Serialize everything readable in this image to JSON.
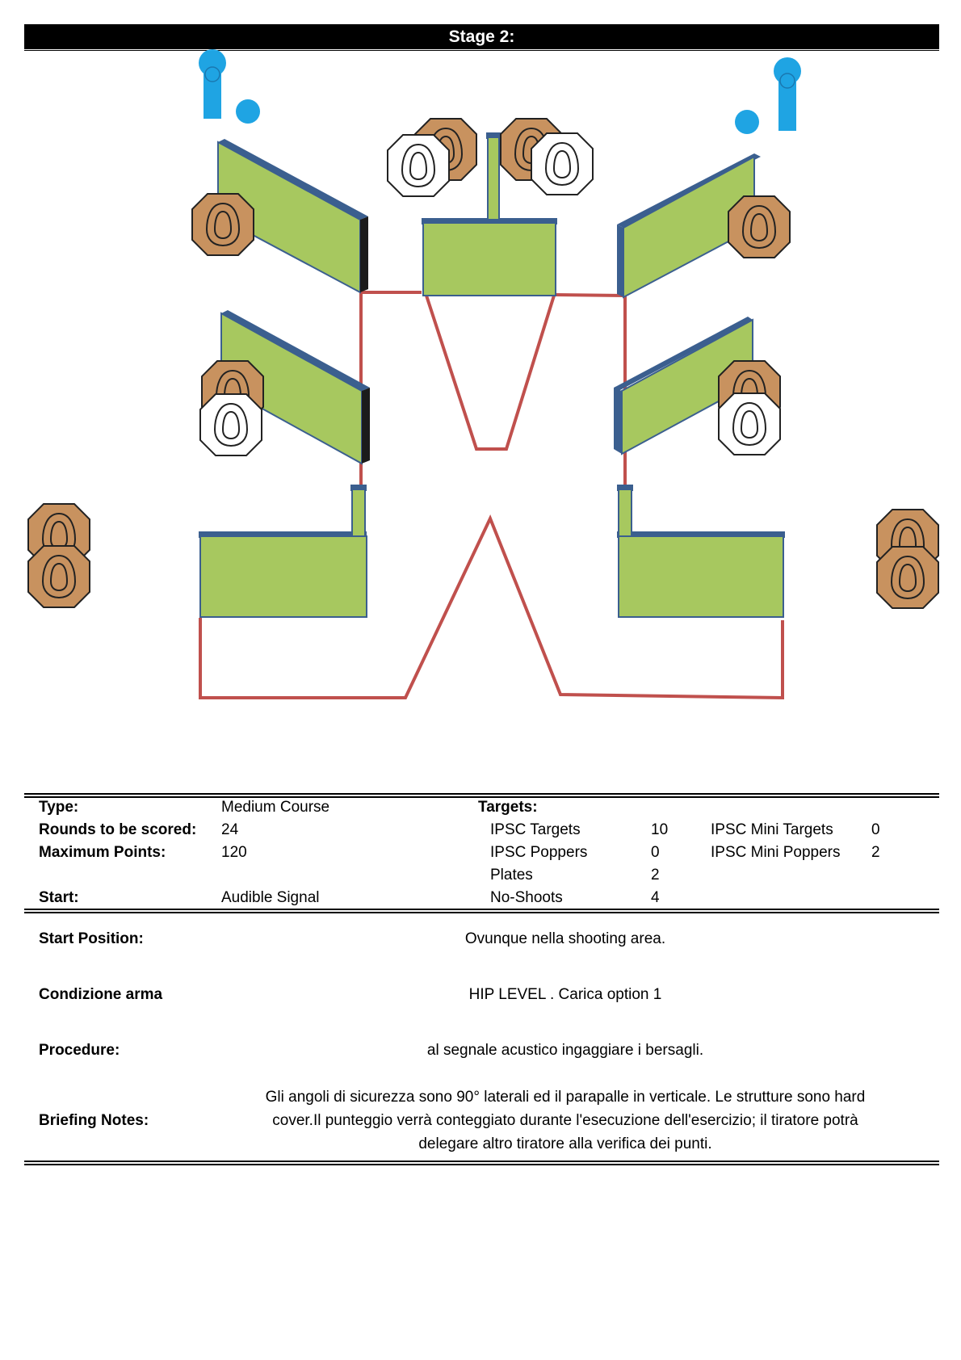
{
  "stage_title": "Stage 2:",
  "colors": {
    "wall_fill": "#a7c85f",
    "wall_edge": "#3b5f8f",
    "fault_line": "#c0504d",
    "paper_target": "#c8925f",
    "no_shoot": "#ffffff",
    "steel": "#1fa4e3"
  },
  "stage_info": {
    "type_label": "Type:",
    "type_value": "Medium Course",
    "rounds_label": "Rounds to be scored:",
    "rounds_value": "24",
    "max_points_label": "Maximum Points:",
    "max_points_value": "120",
    "start_label": "Start:",
    "start_value": "Audible Signal",
    "targets_label": "Targets:",
    "targets": [
      {
        "label": "IPSC Targets",
        "value": "10"
      },
      {
        "label": "IPSC Poppers",
        "value": "0"
      },
      {
        "label": "Plates",
        "value": "2"
      },
      {
        "label": "No-Shoots",
        "value": "4"
      }
    ],
    "mini_targets": [
      {
        "label": "IPSC Mini Targets",
        "value": "0"
      },
      {
        "label": "IPSC Mini Poppers",
        "value": "2"
      }
    ]
  },
  "details": [
    {
      "label": "Start Position:",
      "value": "Ovunque nella shooting area."
    },
    {
      "label": "Condizione arma",
      "value": "HIP LEVEL . Carica option 1"
    },
    {
      "label": "Procedure:",
      "value": "al segnale acustico ingaggiare i bersagli."
    },
    {
      "label": "Briefing Notes:",
      "lines": [
        "Gli angoli di sicurezza sono 90° laterali ed il parapalle in verticale. Le strutture sono hard",
        "cover.Il punteggio verrà conteggiato durante l'esecuzione dell'esercizio; il tiratore potrà",
        "delegare altro tiratore alla verifica  dei punti."
      ]
    }
  ]
}
